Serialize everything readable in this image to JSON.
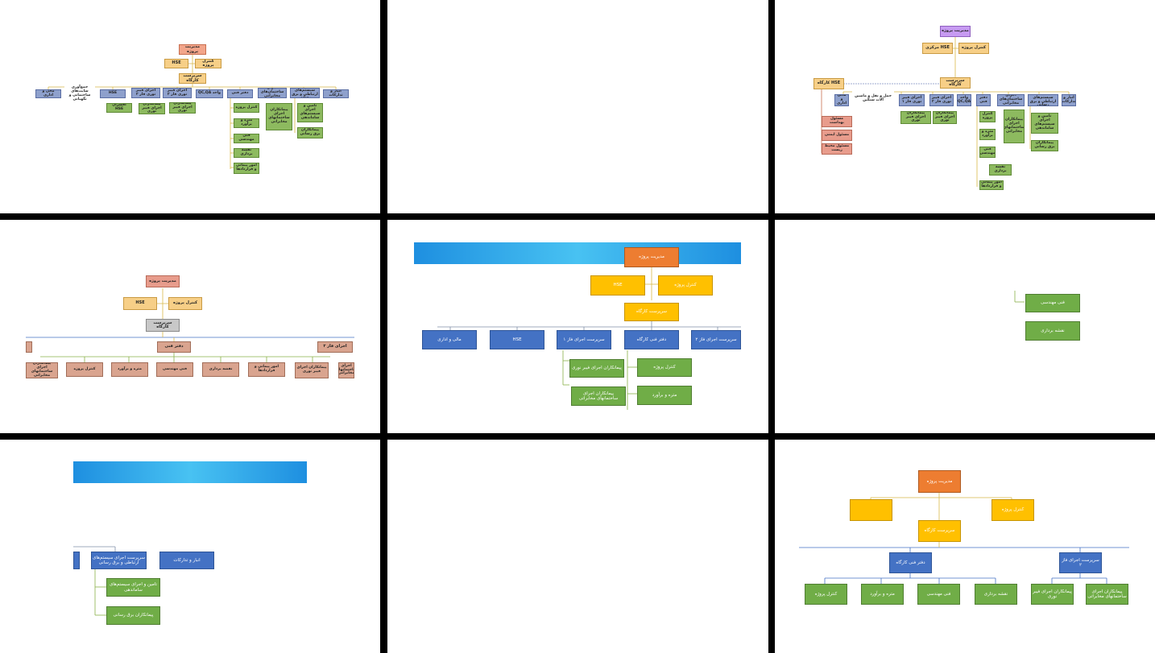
{
  "colors": {
    "divider": "#000000",
    "panel": "#ffffff",
    "banner": "#2ea8ea",
    "blue": "#4472c4",
    "green": "#70ad47",
    "orange": "#ed7d31",
    "yellow": "#ffc000"
  },
  "p1": {
    "top": "مدیریت پروژه",
    "hse": "HSE",
    "control": "کنترل پروژه",
    "site": "سرپرست کارگاه",
    "dept": [
      "انبار و تدارکات",
      "اجرای سیستم‌های ارتباطی و برق رسانی",
      "اجرای ساختمان‌های مخابراتی",
      "دفتر فنی",
      "واحد QC,QA",
      "اجرای فیبر نوری فاز ۲",
      "HSE",
      "جمع‌آوری سایت‌های ساختمانی و نگهبانی",
      "مالی و اداری"
    ],
    "sub_phase2": "پیمانکاران اجرای فیبر نوری",
    "sub_hse": "افسران HSE",
    "sub_build": "پیمانکاران اجرای ساختمانهای مخابراتی",
    "sub_sys": [
      "تامین و اجرای سیستم‌های ساماندهی",
      "پیمانکاران برق رسانی"
    ],
    "tech": [
      "کنترل پروژه",
      "متره و برآورد",
      "فنی مهندسی",
      "نقشه برداری",
      "امور پیمانی و قراردادها"
    ]
  },
  "p3": {
    "top": "مدیریت پروژه",
    "hse": "HSE مرکزی",
    "control": "کنترل پروژه",
    "site": "سرپرست کارگاه",
    "hse_site": "HSE کارگاه",
    "dept": [
      "انبار و تدارکات",
      "اجرای سیستم‌های ارتباطی و برق رسانی",
      "اجرای ساختمان‌های مخابراتی",
      "دفتر فنی",
      "واحد QC,QA",
      "اجرای فیبر نوری فاز ۲",
      "اجرای فیبر نوری فاز ۱",
      "حمل و نقل و ماشین آلات سنگین",
      "مالی و اداری"
    ],
    "hse_roles": [
      "مسئول بهداشت",
      "مسئول ایمنی",
      "مسئول محیط زیست"
    ],
    "sub_phase2": "پیمانکاران اجرای فیبر نوری",
    "sub_phase1": "پیمانکاران اجرای فیبر نوری",
    "sub_build": "پیمانکاران اجرای ساختمانهای مخابراتی",
    "sub_sys": [
      "تامین و اجرای سیستم‌های ساماندهی",
      "پیمانکاران برق رسانی"
    ],
    "tech": [
      "کنترل پروژه",
      "متره و برآورد",
      "فنی مهندسی",
      "نقشه برداری",
      "امور پیمانی و قراردادها"
    ]
  },
  "p4": {
    "top": "مدیریت پروژه",
    "hse": "HSE",
    "control": "کنترل پروژه",
    "site": "سرپرست کارگاه",
    "tech_office": "دفتر فنی",
    "phase2": "اجرای فاز ۲",
    "tech": [
      "امور پیمانی و قراردادها",
      "نقشه برداری",
      "فنی مهندسی",
      "متره و برآورد",
      "کنترل پروژه"
    ],
    "left_sub": "پیمانکاران اجرای ساختمانهای مخابراتی",
    "right_sub": [
      "پیمانکاران اجرای فیبر نوری",
      "اجرای ساختمانهای مخابراتی"
    ]
  },
  "p5": {
    "top": "مدیریت پروژه",
    "hse": "HSE",
    "control": "کنترل پروژه",
    "site": "سرپرست کارگاه",
    "dept": [
      "سرپرست اجرای فاز ۲",
      "دفتر فنی کارگاه",
      "سرپرست اجرای فاز ۱",
      "HSE",
      "مالی و اداری"
    ],
    "sub_phase1": [
      "پیمانکاران اجرای فیبر نوری",
      "پیمانکاران اجرای ساختمانهای مخابراتی"
    ],
    "sub_tech": [
      "کنترل پروژه",
      "متره و برآورد"
    ]
  },
  "p6": {
    "items": [
      "فنی مهندسی",
      "نقشه برداری"
    ]
  },
  "p7": {
    "dept": [
      "سرپرست اجرای سیستم‌های ارتباطی و برق رسانی",
      "انبار و تدارکات"
    ],
    "subs": [
      "تامین و اجرای سیستم‌های ساماندهی",
      "پیمانکاران برق رسانی"
    ]
  },
  "p9": {
    "top": "مدیریت پروژه",
    "hse": "",
    "control": "کنترل پروژه",
    "site": "سرپرست کارگاه",
    "tech_office": "دفتر فنی کارگاه",
    "phase2": "سرپرست اجرای فاز ۲",
    "tech": [
      "نقشه برداری",
      "فنی مهندسی",
      "متره و برآورد",
      "کنترل پروژه"
    ],
    "phase2_sub": [
      "پیمانکاران اجرای ساختمانهای مخابراتی",
      "پیمانکاران اجرای فیبر نوری"
    ]
  }
}
